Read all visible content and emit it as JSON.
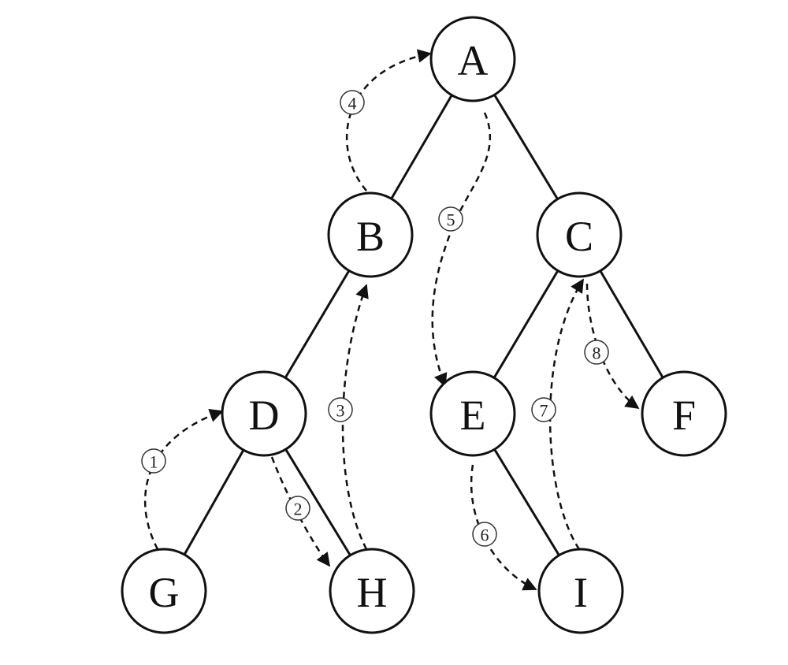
{
  "nodes": [
    {
      "id": "A",
      "label": "A"
    },
    {
      "id": "B",
      "label": "B"
    },
    {
      "id": "C",
      "label": "C"
    },
    {
      "id": "D",
      "label": "D"
    },
    {
      "id": "E",
      "label": "E"
    },
    {
      "id": "F",
      "label": "F"
    },
    {
      "id": "G",
      "label": "G"
    },
    {
      "id": "H",
      "label": "H"
    },
    {
      "id": "I",
      "label": "I"
    }
  ],
  "edges": [
    [
      "A",
      "B"
    ],
    [
      "A",
      "C"
    ],
    [
      "B",
      "D"
    ],
    [
      "C",
      "E"
    ],
    [
      "C",
      "F"
    ],
    [
      "D",
      "G"
    ],
    [
      "D",
      "H"
    ],
    [
      "E",
      "I"
    ]
  ],
  "traversal_steps": [
    {
      "step": "1",
      "from": "G",
      "to": "D"
    },
    {
      "step": "2",
      "from": "D",
      "to": "H"
    },
    {
      "step": "3",
      "from": "H",
      "to": "B"
    },
    {
      "step": "4",
      "from": "B",
      "to": "A"
    },
    {
      "step": "5",
      "from": "A",
      "to": "E"
    },
    {
      "step": "6",
      "from": "E",
      "to": "I"
    },
    {
      "step": "7",
      "from": "I",
      "to": "C"
    },
    {
      "step": "8",
      "from": "C",
      "to": "F"
    }
  ]
}
